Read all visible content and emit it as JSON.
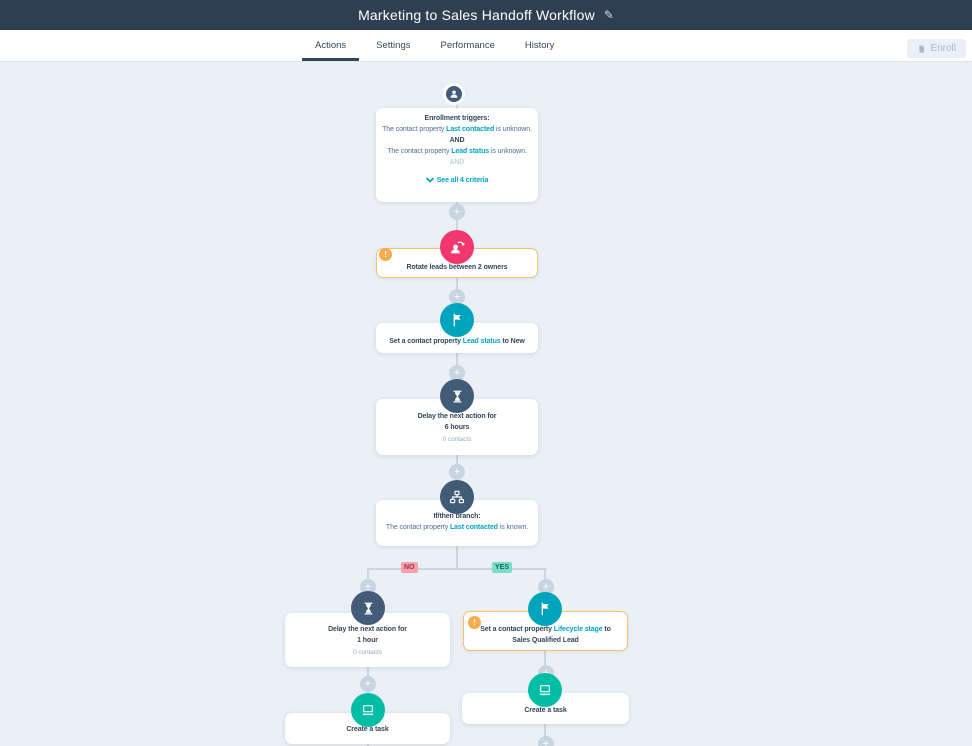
{
  "header": {
    "title": "Marketing to Sales Handoff Workflow",
    "edit_icon": "✎"
  },
  "tabs": {
    "actions": "Actions",
    "settings": "Settings",
    "performance": "Performance",
    "history": "History"
  },
  "enroll": {
    "label": "Enroll"
  },
  "canvas": {
    "plus": "+",
    "trigger": {
      "title": "Enrollment triggers:",
      "line1": {
        "pre": "The contact property ",
        "prop": "Last contacted",
        "post": " is unknown."
      },
      "and1": "AND",
      "line2": {
        "pre": "The contact property ",
        "prop": "Lead status",
        "post": " is unknown."
      },
      "and2": "AND",
      "see_all": "See all 4 criteria"
    },
    "rotate": {
      "label": "Rotate leads between 2 owners",
      "badge": "!"
    },
    "set_lead_status": {
      "pre": "Set a contact property ",
      "prop": "Lead status",
      "post": " to New"
    },
    "delay_6h": {
      "line1": "Delay the next action for",
      "line2": "6 hours",
      "contacts": "0 contacts"
    },
    "if_then": {
      "title": "If/then branch:",
      "pre": "The contact property ",
      "prop": "Last contacted",
      "post": " is known."
    },
    "branch": {
      "no": "NO",
      "yes": "YES"
    },
    "delay_1h": {
      "line1": "Delay the next action for",
      "line2": "1 hour",
      "contacts": "0 contacts"
    },
    "set_lifecycle": {
      "pre": "Set a contact property ",
      "prop": "Lifecycle stage",
      "post": " to",
      "line2": "Sales Qualified Lead",
      "badge": "!"
    },
    "task_no": {
      "label": "Create a task"
    },
    "task_yes": {
      "label": "Create a task"
    }
  },
  "colors": {
    "header_bg": "#2e3f52",
    "canvas_bg": "#eaf0f6",
    "teal": "#00a4bd",
    "green": "#00bda5",
    "navy": "#425b76",
    "pink": "#f2366e",
    "warning_border": "#f5c26b",
    "warning_badge": "#f7ab4f",
    "connector": "#cbd6e2",
    "no_badge_bg": "#f8a0ae",
    "yes_badge_bg": "#7fdcca",
    "text": "#33475b"
  }
}
